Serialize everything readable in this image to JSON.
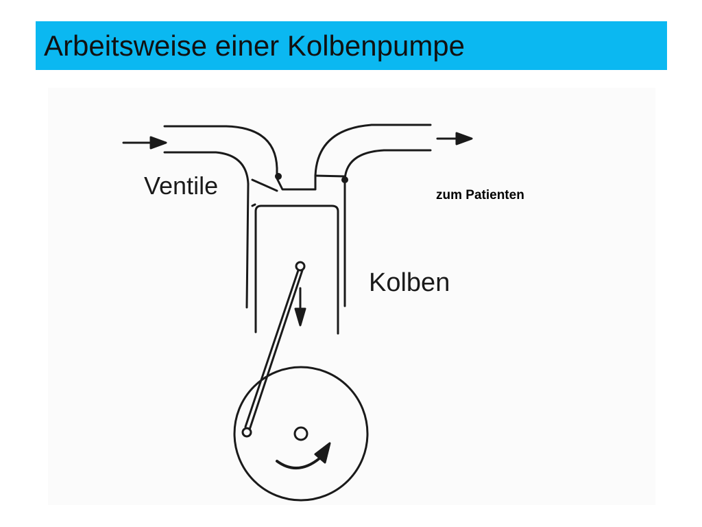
{
  "slide": {
    "title": "Arbeitsweise einer Kolbenpumpe",
    "title_bar_color": "#0bb8f1"
  },
  "diagram": {
    "labels": {
      "valves": "Ventile",
      "piston": "Kolben",
      "to_patient": "zum Patienten"
    },
    "icons": {
      "inlet_arrow": "arrow-right-icon",
      "outlet_arrow": "arrow-right-icon",
      "piston_arrow": "arrow-down-icon",
      "rotation_arrow": "rotate-clockwise-icon"
    },
    "stroke_color": "#1a1a1a"
  }
}
